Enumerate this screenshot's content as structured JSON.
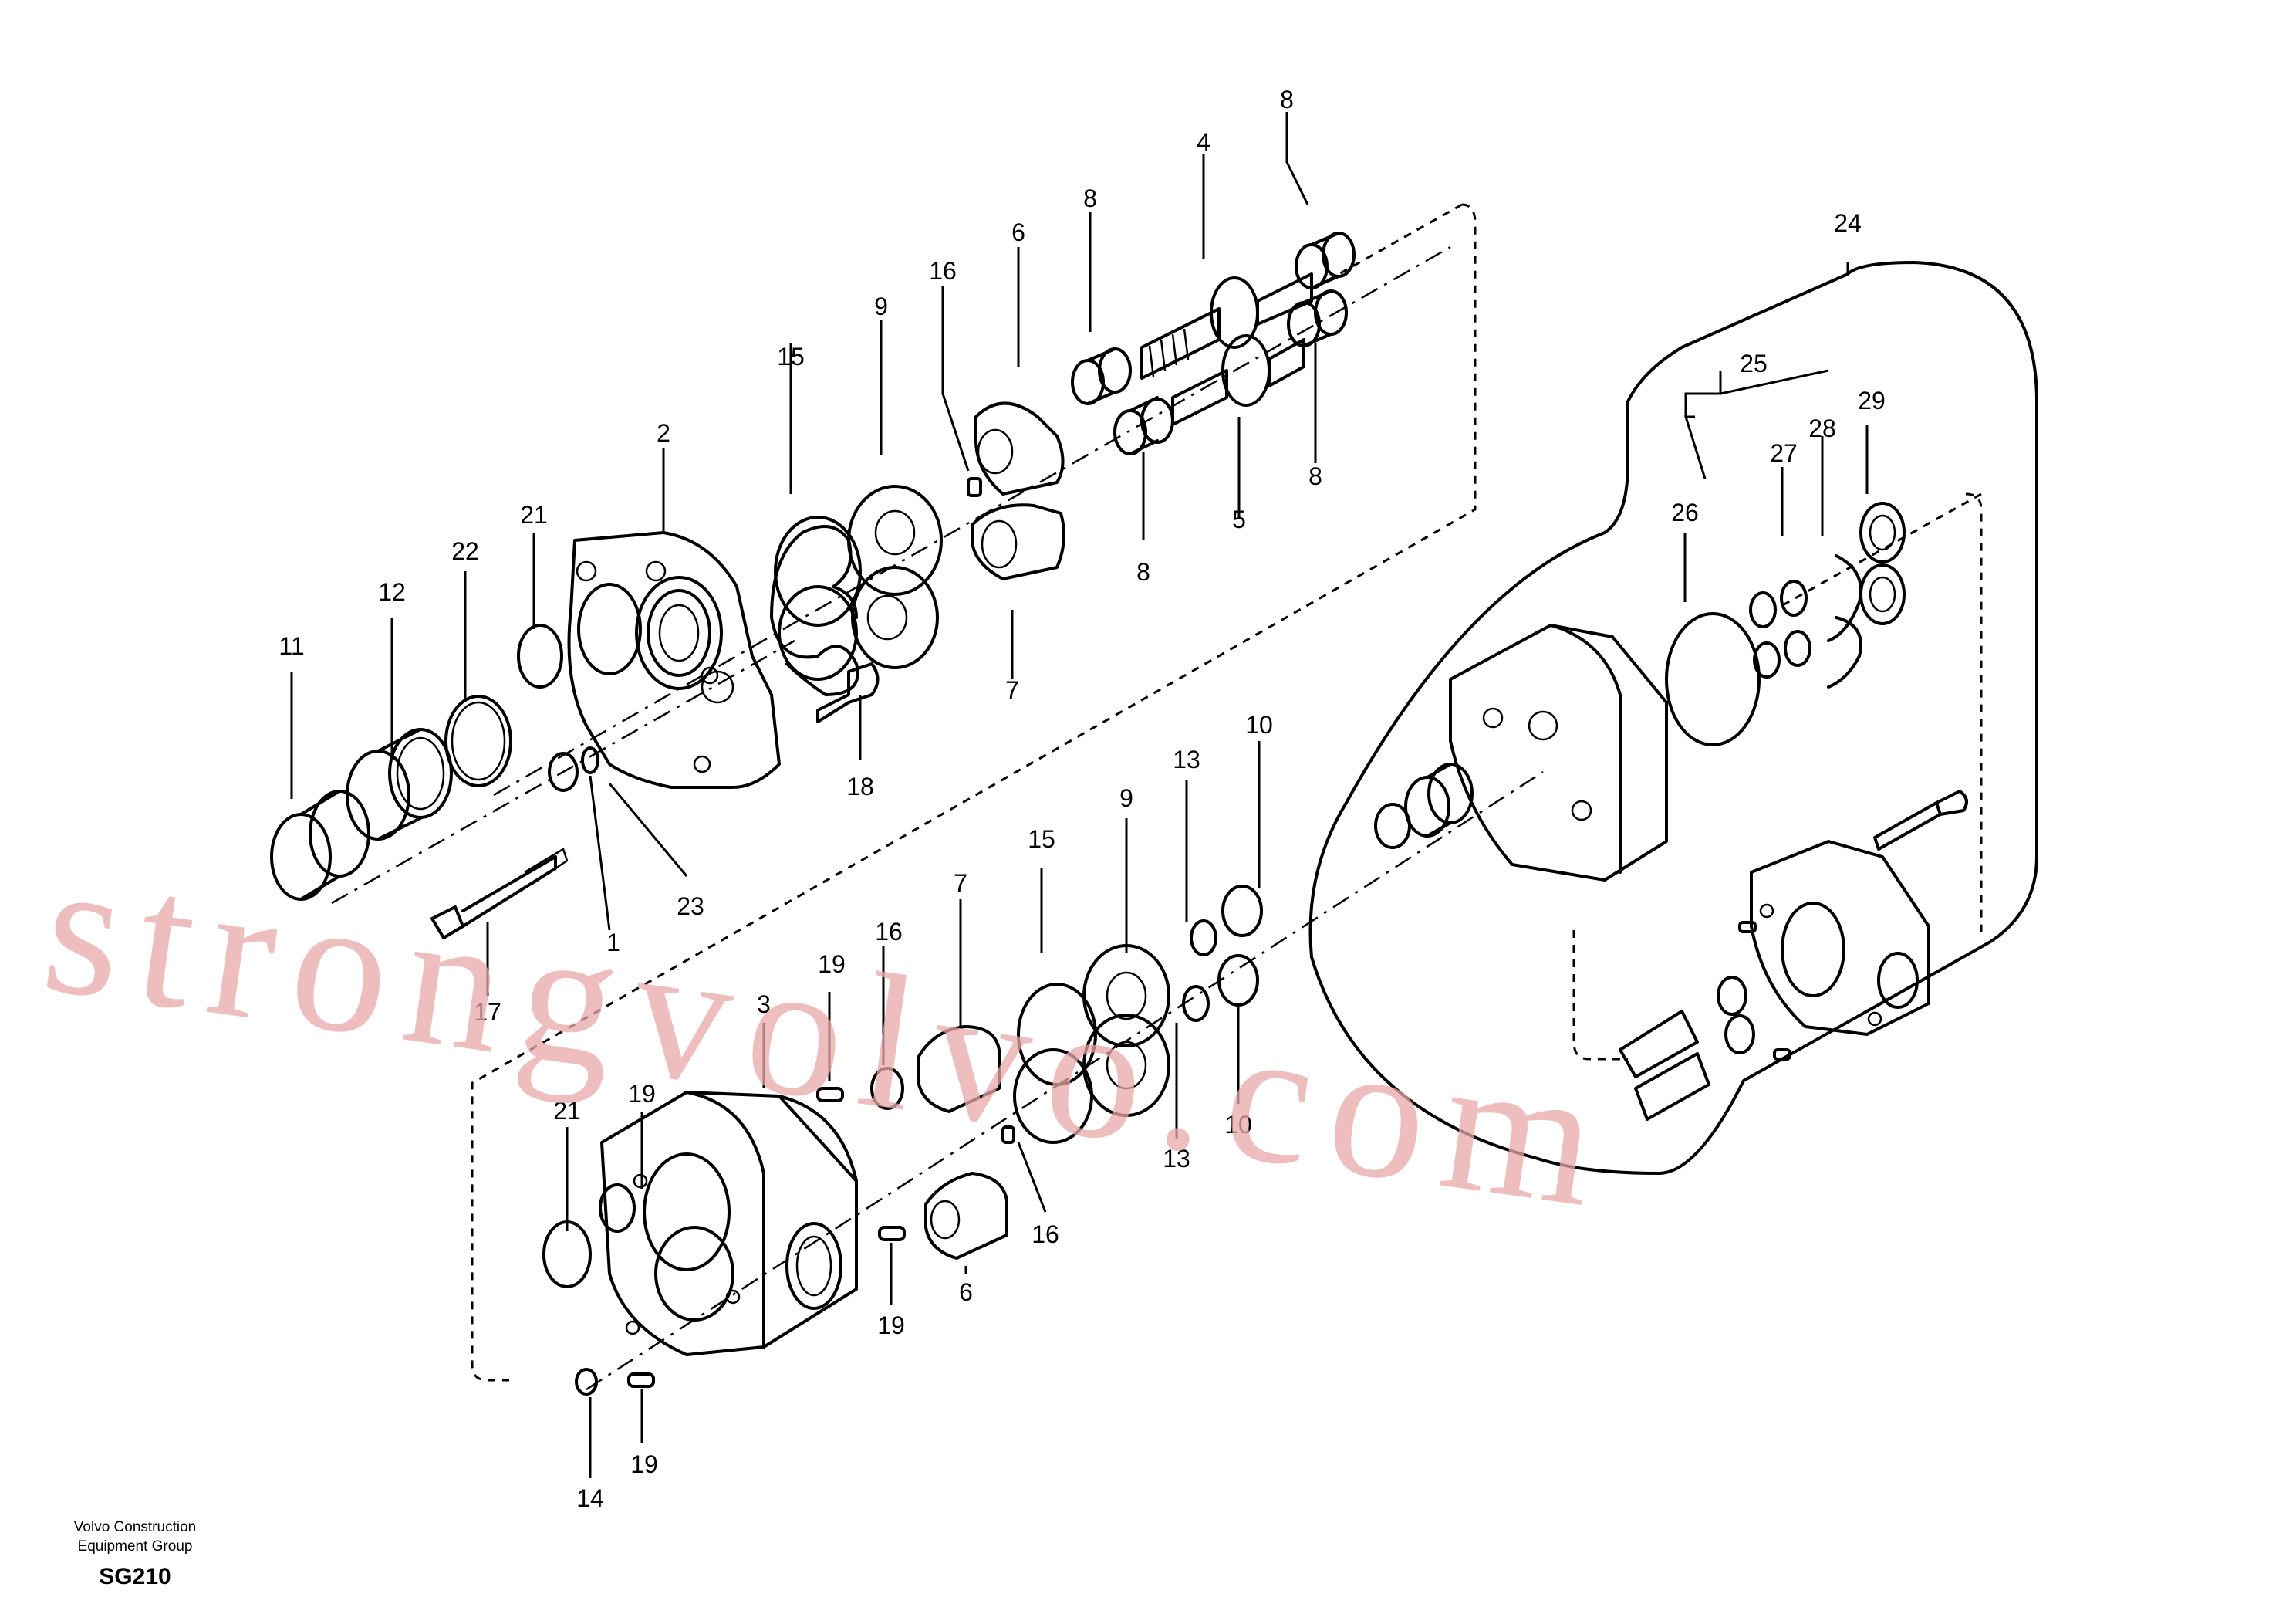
{
  "watermark": "strongvolvo.com",
  "footer": {
    "line1": "Volvo Construction",
    "line2": "Equipment Group",
    "code": "SG210"
  },
  "callouts": [
    "8",
    "4",
    "24",
    "6",
    "8",
    "16",
    "9",
    "15",
    "25",
    "29",
    "27",
    "28",
    "2",
    "5",
    "26",
    "8",
    "8",
    "21",
    "22",
    "12",
    "11",
    "7",
    "18",
    "10",
    "13",
    "23",
    "9",
    "15",
    "7",
    "17",
    "1",
    "19",
    "16",
    "3",
    "21",
    "13",
    "10",
    "19",
    "6",
    "16",
    "19",
    "14",
    "19"
  ]
}
